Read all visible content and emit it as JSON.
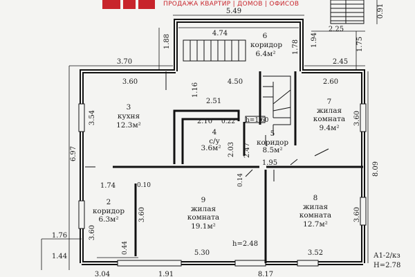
{
  "banner": {
    "text": "ПРОДАЖА КВАРТИР | ДОМОВ | ОФИСОВ",
    "brand_color": "#c8242b"
  },
  "plan_code": "А1-2/кз",
  "ceiling_height": "Н=2.78",
  "rooms": [
    {
      "number": "2",
      "name": "коридор",
      "area": "6.3м²"
    },
    {
      "number": "3",
      "name": "кухня",
      "area": "12.3м²"
    },
    {
      "number": "4",
      "name": "с/у",
      "area": "3.6м²"
    },
    {
      "number": "5",
      "name": "коридор",
      "area": "8.5м²"
    },
    {
      "number": "6",
      "name": "коридор",
      "area": "6.4м²"
    },
    {
      "number": "7",
      "name_line1": "жилая",
      "name_line2": "комната",
      "area": "9.4м²"
    },
    {
      "number": "8",
      "name_line1": "жилая",
      "name_line2": "комната",
      "area": "12.7м²"
    },
    {
      "number": "9",
      "name_line1": "жилая",
      "name_line2": "комната",
      "area": "19.1м²"
    }
  ],
  "heights": {
    "h_stair": "h=1.60",
    "h_room": "h=2.48"
  },
  "dims": {
    "top_549": "5.49",
    "top_474": "4.74",
    "left_188": "1.88",
    "mid_178": "1.78",
    "mid_194": "1.94",
    "right_225": "2.25",
    "right_175": "1.75",
    "right_091": "0.91",
    "d_370": "3.70",
    "d_360": "3.60",
    "d_116": "1.16",
    "d_450": "4.50",
    "d_245": "2.45",
    "d_260": "2.60",
    "d_354": "3.54",
    "d_251": "2.51",
    "d_210": "2.10",
    "d_022": "0.22",
    "d_203": "2.03",
    "d_247": "2.47",
    "d_360_r7": "3.60",
    "d_697": "6.97",
    "d_174": "1.74",
    "d_010": "0.10",
    "d_014": "0.14",
    "d_195": "1.95",
    "d_809": "8.09",
    "d_360_c2": "3.60",
    "d_360_r9": "3.60",
    "d_360_r8": "3.60",
    "d_044": "0.44",
    "d_176": "1.76",
    "d_144": "1.44",
    "d_530": "5.30",
    "d_352": "3.52",
    "d_304": "3.04",
    "d_191": "1.91",
    "d_817": "8.17"
  }
}
